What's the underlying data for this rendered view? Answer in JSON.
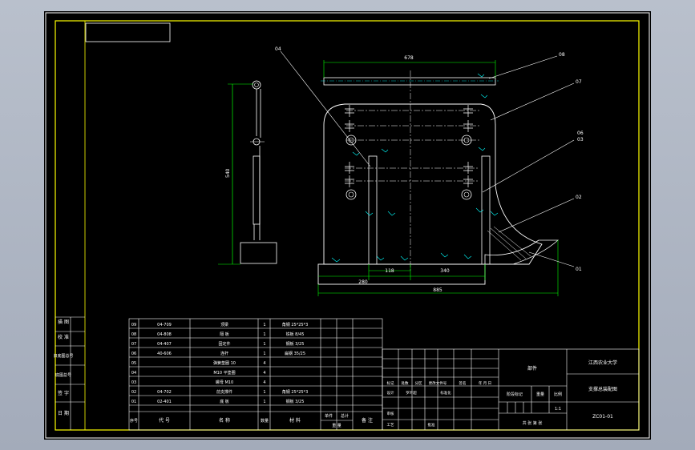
{
  "drawing": {
    "dims": {
      "top_width": "678",
      "height": "540",
      "base_left": "280",
      "base_mid": "118",
      "base_right": "340",
      "base_total": "885"
    },
    "callouts": [
      "04",
      "08",
      "07",
      "06",
      "03",
      "02",
      "01"
    ]
  },
  "side_block": {
    "labels": [
      "描 图",
      "校 准",
      "旧底图总号",
      "底图总号",
      "签 字",
      "日 期"
    ]
  },
  "parts_list": {
    "rows": [
      {
        "no": "09",
        "code": "04-709",
        "name": "顶梁",
        "qty": "1",
        "material": "角钢 25*25*3"
      },
      {
        "no": "08",
        "code": "04-808",
        "name": "隔 板",
        "qty": "1",
        "material": "铁板 8/45"
      },
      {
        "no": "07",
        "code": "04-407",
        "name": "固定件",
        "qty": "1",
        "material": "钢板 3/25"
      },
      {
        "no": "06",
        "code": "40-606",
        "name": "连杆",
        "qty": "1",
        "material": "扁钢 35/25"
      },
      {
        "no": "05",
        "code": "",
        "name": "弹簧垫圈 10",
        "qty": "4",
        "material": ""
      },
      {
        "no": "04",
        "code": "",
        "name": "M10 平垫圈",
        "qty": "4",
        "material": ""
      },
      {
        "no": "03",
        "code": "",
        "name": "螺母 M10",
        "qty": "4",
        "material": ""
      },
      {
        "no": "02",
        "code": "04-702",
        "name": "前支撑件",
        "qty": "1",
        "material": "角钢 25*25*3"
      },
      {
        "no": "01",
        "code": "02-401",
        "name": "底 板",
        "qty": "1",
        "material": "钢板 3/25"
      }
    ],
    "header": {
      "no": "序号",
      "code": "代 号",
      "name": "名 称",
      "qty": "数量",
      "material": "材 料",
      "unit_weight": "单件",
      "total_weight": "总计",
      "weight": "重 量",
      "remark": "备 注"
    }
  },
  "title_block": {
    "part_label": "部件",
    "school": "江西农业大学",
    "drawing_name": "支撑总装配图",
    "drawing_no": "ZC01-01",
    "stage_label": "阶段标记",
    "weight_label": "重量",
    "scale_label": "比例",
    "scale_value": "1:1",
    "sheet_label": "共 张 第 张",
    "row1": [
      "标记",
      "处数",
      "分区",
      "更改文件号",
      "签名",
      "年 月 日"
    ],
    "row2": [
      "设计",
      "罗叶超",
      "标准化"
    ],
    "row3": [
      "审核"
    ],
    "row4": [
      "工艺",
      "批准"
    ]
  }
}
